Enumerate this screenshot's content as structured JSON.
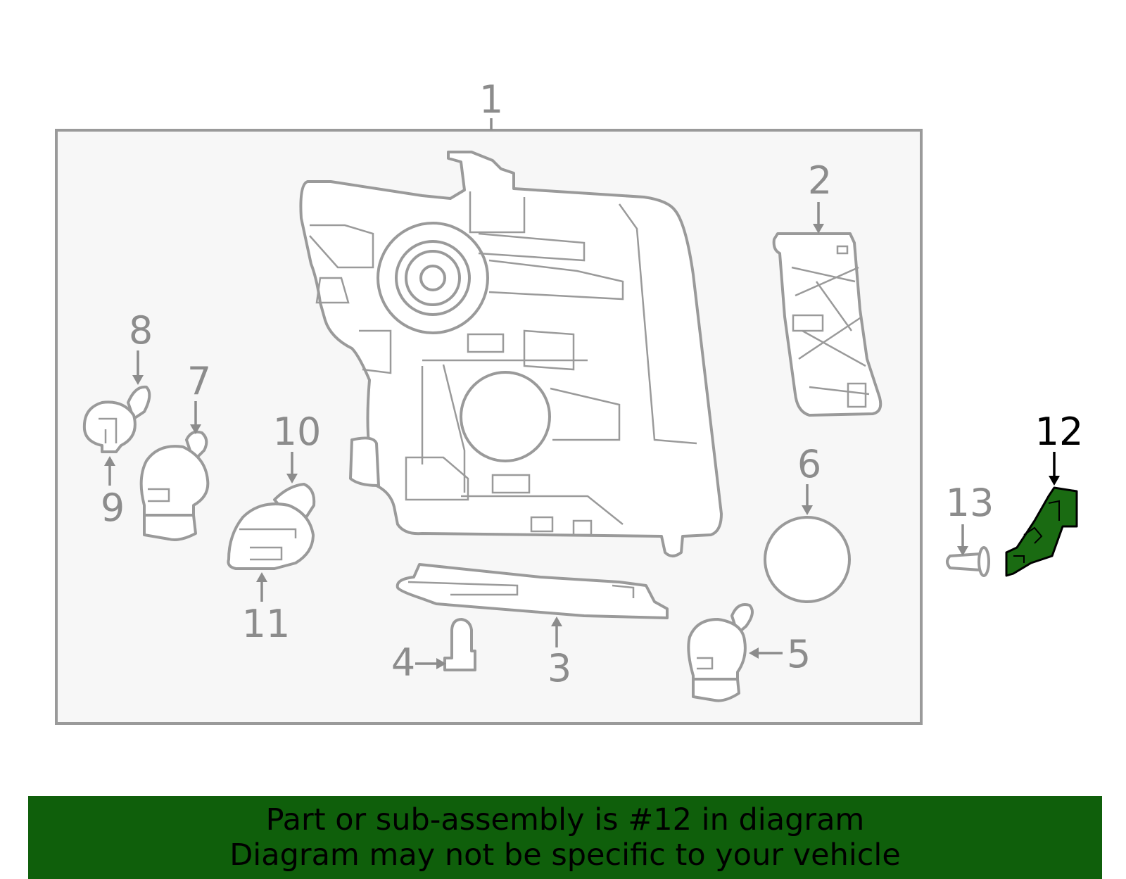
{
  "callouts": {
    "c1": "1",
    "c2": "2",
    "c3": "3",
    "c4": "4",
    "c5": "5",
    "c6": "6",
    "c7": "7",
    "c8": "8",
    "c9": "9",
    "c10": "10",
    "c11": "11",
    "c12": "12",
    "c13": "13"
  },
  "highlight": {
    "part": "12",
    "color": "#1a6b12",
    "banner_color": "#0f5f0b"
  },
  "banner": {
    "line1": "Part or sub-assembly is #12 in diagram",
    "line2": "Diagram may not be specific to your vehicle"
  }
}
